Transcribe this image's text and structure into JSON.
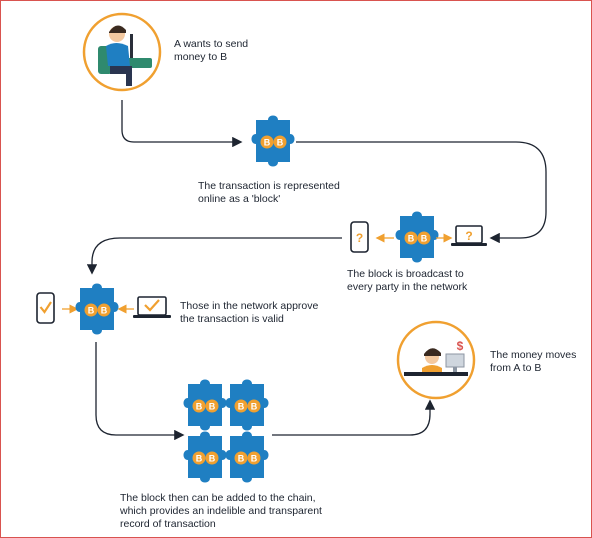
{
  "steps": {
    "send": "A wants to send\nmoney to B",
    "block": "The transaction is represented\nonline as a 'block'",
    "broadcast": "The block is broadcast to\nevery party in the network",
    "approve": "Those in the network approve\nthe transaction is valid",
    "moves": "The money moves\nfrom A to B",
    "chain": "The block then can be added to the chain,\nwhich provides an indelible and transparent\nrecord of transaction"
  },
  "icons": {
    "coin_symbol": "B",
    "question_mark": "?",
    "dollar_sign": "$"
  },
  "colors": {
    "block_blue": "#1f7fc2",
    "block_dark": "#145f94",
    "coin_orange": "#f0a030",
    "circle_border": "#f0a030",
    "arrow": "#1d2430",
    "frame": "#d9534f"
  }
}
